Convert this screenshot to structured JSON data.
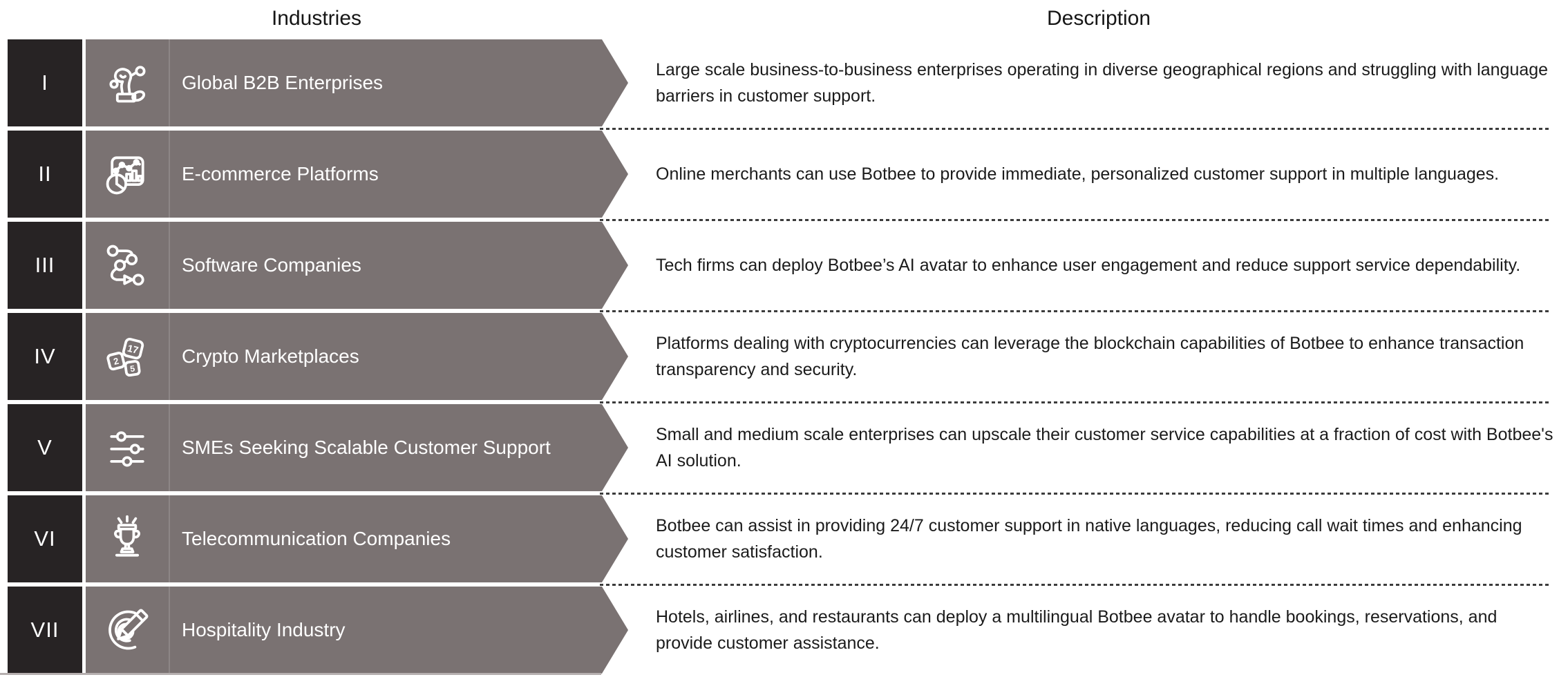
{
  "header": {
    "industries": "Industries",
    "description": "Description"
  },
  "colors": {
    "numeral_box": "#272324",
    "band": "#7a7272",
    "icon_divider": "#8d8686",
    "band_text": "#ffffff",
    "body_text": "#1b1b1b",
    "dotted_separator": "#3c3c3c",
    "bottom_edge": "#b5afaf"
  },
  "icons": {
    "dice_numbers": [
      "2",
      "17",
      "5"
    ]
  },
  "rows": [
    {
      "numeral": "I",
      "icon": "robot-arm-icon",
      "industry": "Global B2B Enterprises",
      "description": "Large scale business-to-business enterprises operating in diverse geographical regions and struggling with language barriers in customer support."
    },
    {
      "numeral": "II",
      "icon": "analytics-chart-icon",
      "industry": "E-commerce Platforms",
      "description": "Online merchants can use Botbee to provide immediate, personalized customer support in multiple languages."
    },
    {
      "numeral": "III",
      "icon": "workflow-path-icon",
      "industry": "Software Companies",
      "description": "Tech firms can deploy Botbee’s AI avatar to enhance user engagement and reduce support service dependability."
    },
    {
      "numeral": "IV",
      "icon": "number-dice-icon",
      "industry": "Crypto Marketplaces",
      "description": "Platforms dealing with cryptocurrencies can leverage the blockchain capabilities of Botbee to enhance transaction transparency and security."
    },
    {
      "numeral": "V",
      "icon": "sliders-icon",
      "industry": "SMEs Seeking Scalable Customer Support",
      "description": "Small and medium scale enterprises can upscale their customer service capabilities at a fraction of cost with Botbee's AI solution."
    },
    {
      "numeral": "VI",
      "icon": "trophy-icon",
      "industry": "Telecommunication Companies",
      "description": "Botbee can assist in providing 24/7 customer support in native languages, reducing call wait times and enhancing customer satisfaction."
    },
    {
      "numeral": "VII",
      "icon": "pencil-compass-icon",
      "industry": "Hospitality Industry",
      "description": "Hotels, airlines, and restaurants can deploy a multilingual Botbee avatar to handle bookings, reservations, and provide customer assistance."
    }
  ]
}
